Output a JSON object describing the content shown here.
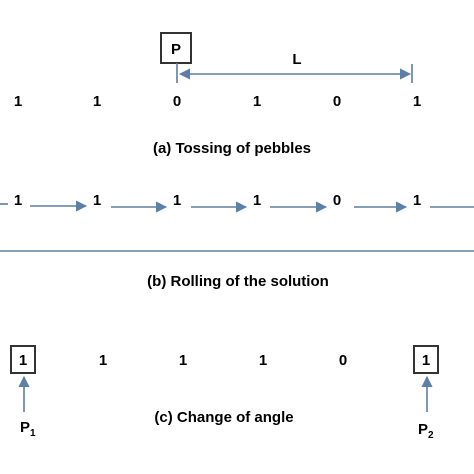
{
  "panel_a": {
    "pebble_label": "P",
    "length_label": "L",
    "bits": [
      "1",
      "1",
      "0",
      "1",
      "0",
      "1"
    ],
    "caption": "(a) Tossing of pebbles"
  },
  "panel_b": {
    "bits": [
      "1",
      "1",
      "1",
      "1",
      "0",
      "1"
    ],
    "caption": "(b) Rolling of the solution"
  },
  "panel_c": {
    "bits": [
      "1",
      "1",
      "1",
      "1",
      "0",
      "1"
    ],
    "pointer1": {
      "letter": "P",
      "sub": "1"
    },
    "pointer2": {
      "letter": "P",
      "sub": "2"
    },
    "caption": "(c) Change of angle"
  },
  "colors": {
    "arrow": "#5b7fa6",
    "box": "#333333",
    "text": "#000000"
  }
}
